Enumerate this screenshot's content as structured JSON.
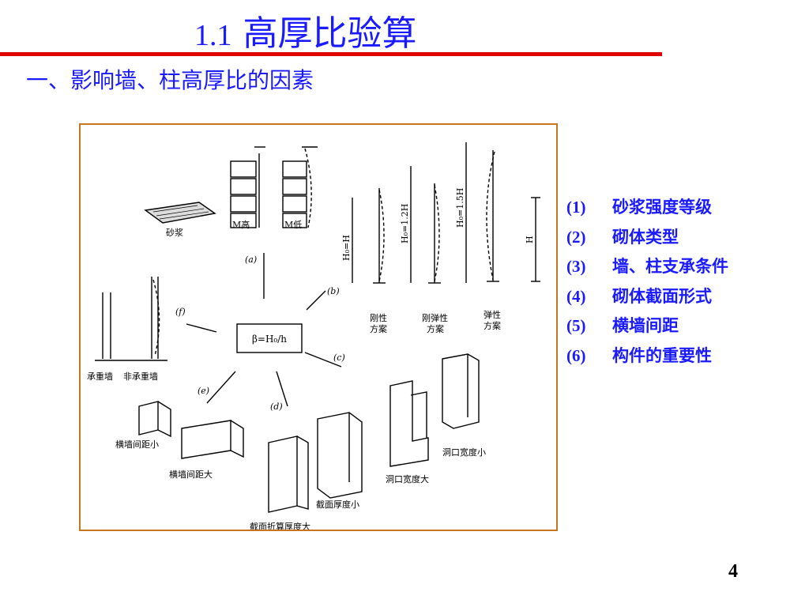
{
  "title": {
    "number": "1.1",
    "text": "高厚比验算"
  },
  "subtitle": "一、影响墙、柱高厚比的因素",
  "figure": {
    "formula": "β=H₀/h",
    "panel_tags": [
      "(a)",
      "(b)",
      "(c)",
      "(d)",
      "(e)",
      "(f)"
    ],
    "labels": {
      "sand": "砂浆",
      "m_high": "M高",
      "m_low": "M低",
      "rigid": [
        "刚性",
        "方案"
      ],
      "rigid_elastic": [
        "刚弹性",
        "方案"
      ],
      "elastic": [
        "弹性",
        "方案"
      ],
      "h0_h": "H₀=H",
      "h0_12h": "H₀=1.2H",
      "h0_15h": "H₀=1.5H",
      "h": "H",
      "bearing_wall": "承重墙",
      "non_bearing_wall": "非承重墙",
      "cross_small": "横墙间距小",
      "cross_large": "横墙间距大",
      "section_thick": "截面折算厚度大",
      "section_thin": "截面厚度小",
      "opening_large": "洞口宽度大",
      "opening_small": "洞口宽度小"
    }
  },
  "factors": [
    {
      "n": "(1)",
      "text": "砂浆强度等级"
    },
    {
      "n": "(2)",
      "text": "砌体类型"
    },
    {
      "n": "(3)",
      "text": "墙、柱支承条件"
    },
    {
      "n": "(4)",
      "text": "砌体截面形式"
    },
    {
      "n": "(5)",
      "text": "横墙间距"
    },
    {
      "n": "(6)",
      "text": "构件的重要性"
    }
  ],
  "page_number": "4",
  "colors": {
    "title": "#1a1aff",
    "rule": "#e00000",
    "frame": "#c8761e"
  }
}
